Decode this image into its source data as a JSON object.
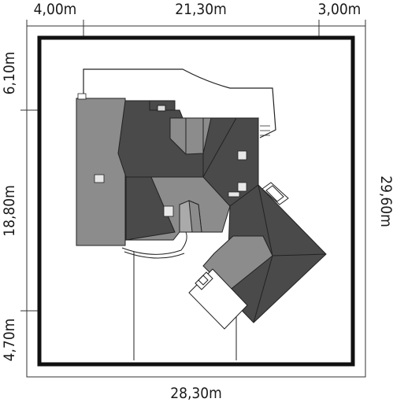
{
  "dimensions": {
    "top_left": "4,00m",
    "top_middle": "21,30m",
    "top_right": "3,00m",
    "left_top": "6,10m",
    "left_middle": "18,80m",
    "left_bottom": "4,70m",
    "right": "29,60m",
    "bottom": "28,30m"
  },
  "colors": {
    "boundary": "#111111",
    "roof_dark": "#4a4a4a",
    "roof_medium": "#8c8c8c",
    "roof_light": "#aaaaaa",
    "terrace": "#ffffff",
    "window": "#e8e8e8"
  }
}
